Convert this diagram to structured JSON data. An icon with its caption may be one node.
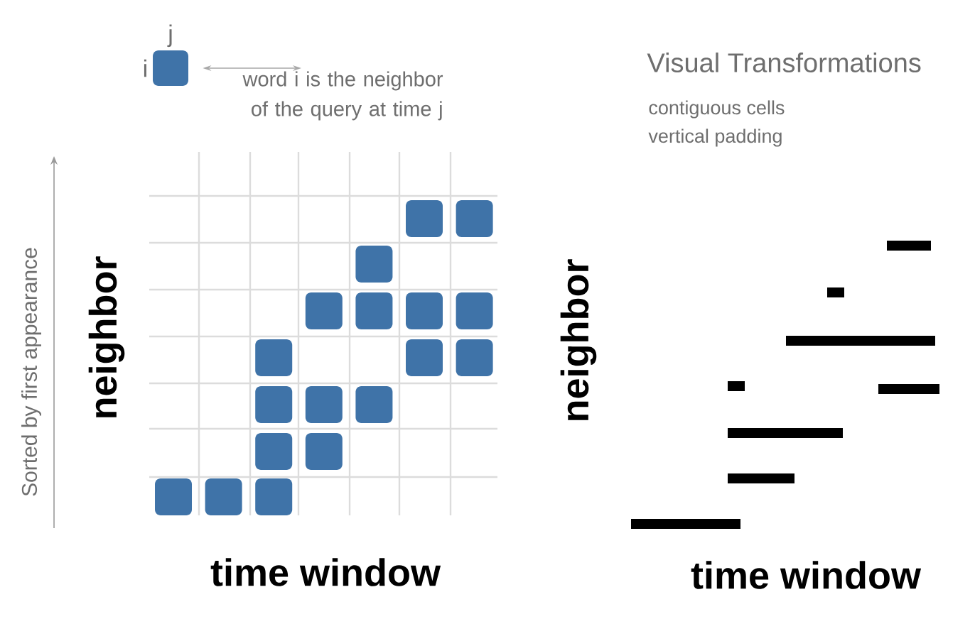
{
  "diagram": {
    "nodes": [
      {
        "text": [],
        "shape": "box",
        "beside": [
          "j",
          "i"
        ]
      },
      {
        "text": [
          "word i is the neighbor of the query at time j"
        ]
      }
    ],
    "edges": [
      {
        "from": 0,
        "to": 1,
        "arrow": "both"
      }
    ],
    "labels": [
      "Visual Transformations",
      "contiguous cells",
      "vertical padding",
      "Sorted by first appearance",
      "neighbor",
      "time window",
      "neighbor",
      "time window"
    ]
  }
}
